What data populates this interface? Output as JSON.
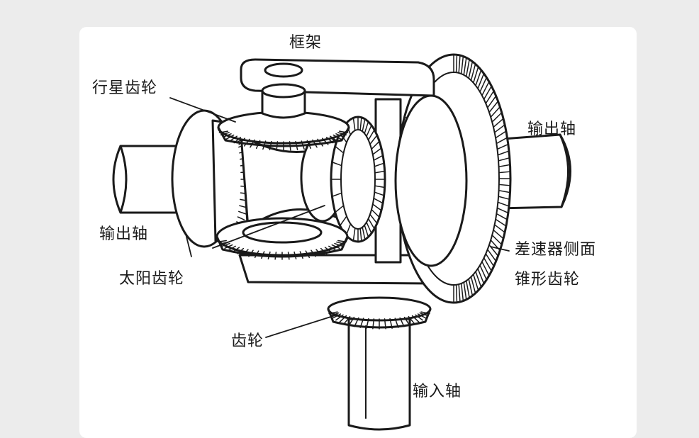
{
  "labels": {
    "frame": "框架",
    "planet_gear": "行星齿轮",
    "output_shaft_right": "输出轴",
    "output_shaft_left": "输出轴",
    "sun_gear": "太阳齿轮",
    "side_bevel_gear_line1": "差速器侧面",
    "side_bevel_gear_line2": "锥形齿轮",
    "gear": "齿轮",
    "input_shaft": "输入轴"
  },
  "colors": {
    "ink": "#1a1a1a",
    "paper": "#ffffff",
    "background": "#ececec"
  }
}
